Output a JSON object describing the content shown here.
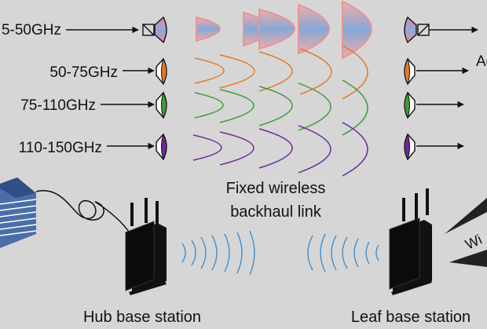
{
  "bands": [
    {
      "label": "5-50GHz",
      "color": "#c44a4a",
      "icon": "horn-antenna-with-mixer"
    },
    {
      "label": "50-75GHz",
      "color": "#e07a2a",
      "icon": "horn-antenna"
    },
    {
      "label": "75-110GHz",
      "color": "#3f9a3a",
      "icon": "horn-antenna"
    },
    {
      "label": "110-150GHz",
      "color": "#6a2a9c",
      "icon": "horn-antenna"
    }
  ],
  "wave_colors": {
    "sub50": "#6f93c9",
    "sub50_edge": "#e05a5a",
    "link": "#3d8fd0"
  },
  "right_partial_label": "Ag",
  "center_label": [
    "Fixed wireless",
    "backhaul link"
  ],
  "hub_label": "Hub base station",
  "leaf_label": "Leaf base station",
  "far_right_partial_label": "Wi"
}
